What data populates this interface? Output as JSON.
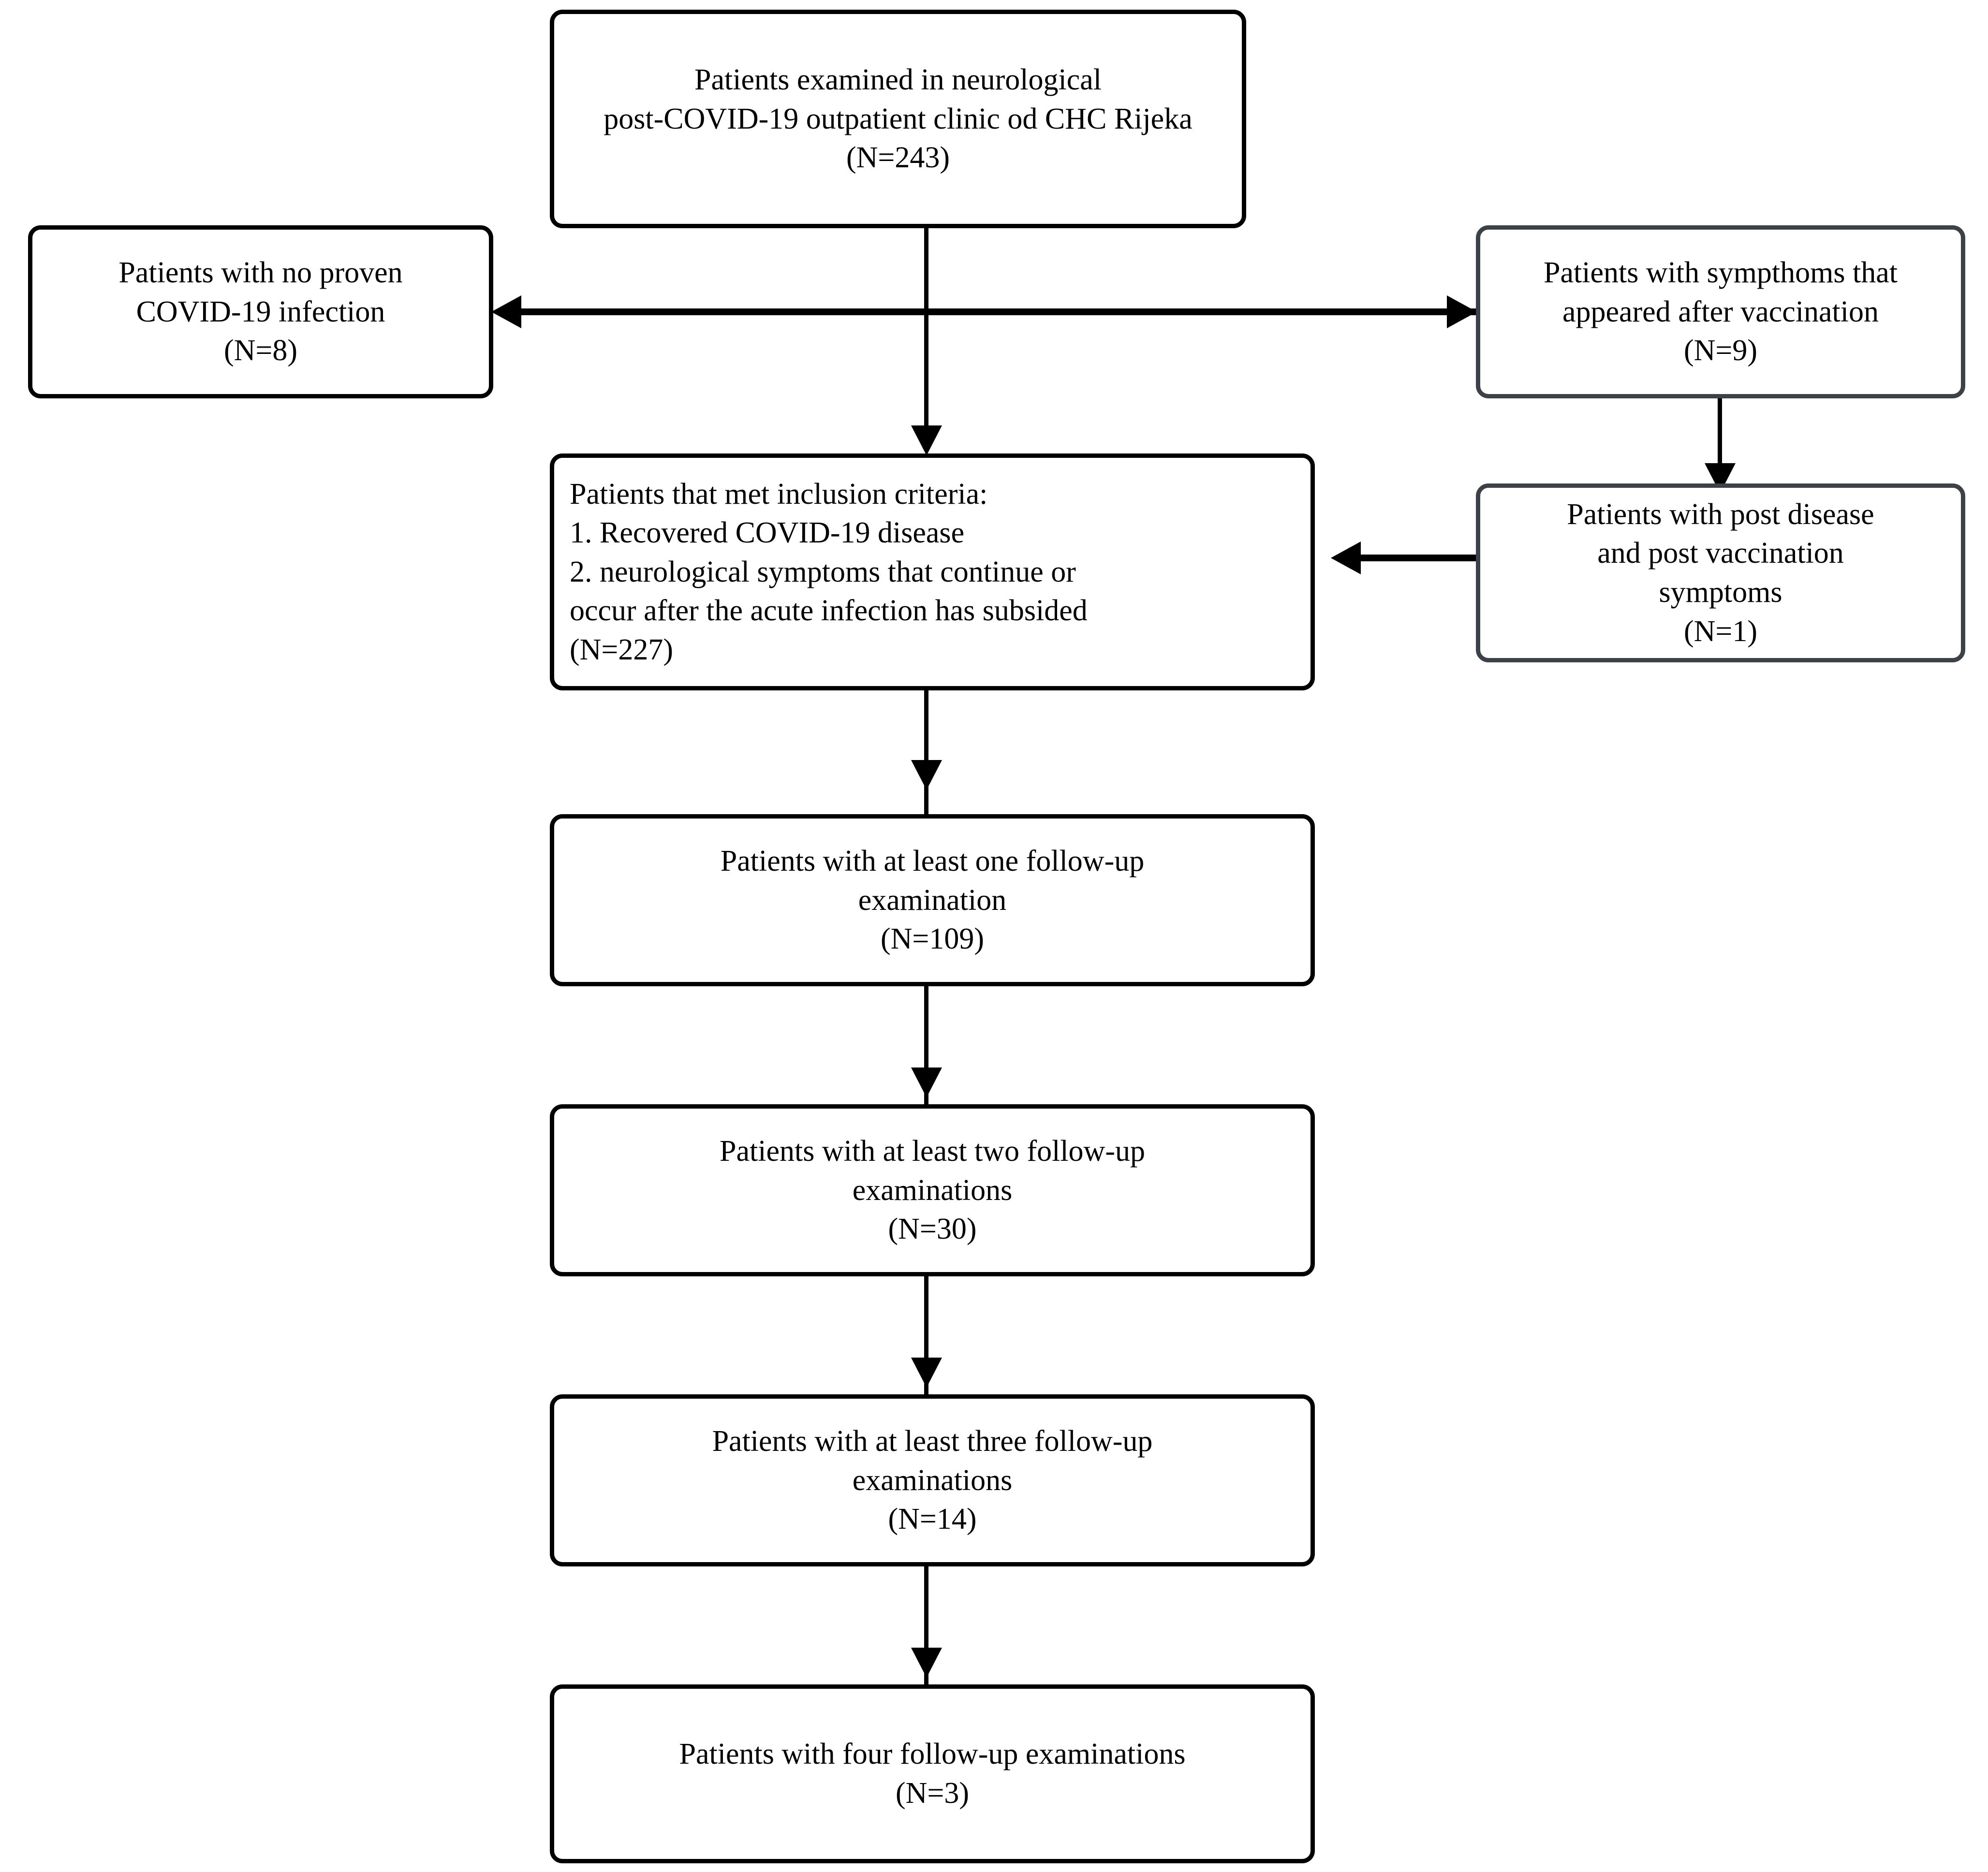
{
  "diagram": {
    "type": "flowchart",
    "title": "Patient selection flow diagram",
    "orientation": "top-down",
    "colors": {
      "background": "#ffffff",
      "main_box_border": "#000000",
      "side_box_border": "#3c4248",
      "text": "#000000",
      "connector": "#000000"
    },
    "nodes": {
      "source": {
        "id": "source",
        "label": "Patients examined in neurological\npost-COVID-19 outpatient clinic od CHC Rijeka\n(N=243)",
        "n": 243,
        "align": "center"
      },
      "excluded_no_infection": {
        "id": "excluded-no-infection",
        "label": "Patients with no proven\nCOVID-19 infection\n(N=8)",
        "n": 8,
        "align": "center"
      },
      "excluded_post_vaccination": {
        "id": "excluded-post-vaccination",
        "label": "Patients with sympthoms that\nappeared after vaccination\n(N=9)",
        "n": 9,
        "align": "center"
      },
      "post_disease_and_vaccination": {
        "id": "post-disease-and-vaccination",
        "label": "Patients with post disease\nand post vaccination\nsymptoms\n(N=1)",
        "n": 1,
        "align": "center"
      },
      "inclusion_criteria": {
        "id": "inclusion-criteria",
        "label": "Patients that met inclusion criteria:\n1. Recovered COVID-19 disease\n2. neurological symptoms that continue or\noccur after the acute infection has subsided\n(N=227)",
        "n": 227,
        "align": "left"
      },
      "followup_one": {
        "id": "followup-one",
        "label": "Patients with at least one follow-up\nexamination\n(N=109)",
        "n": 109,
        "align": "center"
      },
      "followup_two": {
        "id": "followup-two",
        "label": "Patients with at least two follow-up\nexaminations\n(N=30)",
        "n": 30,
        "align": "center"
      },
      "followup_three": {
        "id": "followup-three",
        "label": "Patients with at least three follow-up\nexaminations\n(N=14)",
        "n": 14,
        "align": "center"
      },
      "followup_four": {
        "id": "followup-four",
        "label": "Patients with four follow-up examinations\n(N=3)",
        "n": 3,
        "align": "center"
      }
    },
    "edges": [
      {
        "from": "source",
        "to": "inclusion-criteria",
        "style": "arrow-down"
      },
      {
        "from": "source",
        "to": "excluded-no-infection",
        "style": "arrow-left"
      },
      {
        "from": "source",
        "to": "excluded-post-vaccination",
        "style": "arrow-right"
      },
      {
        "from": "excluded-post-vaccination",
        "to": "post-disease-and-vaccination",
        "style": "arrow-down"
      },
      {
        "from": "post-disease-and-vaccination",
        "to": "inclusion-criteria",
        "style": "arrow-left"
      },
      {
        "from": "inclusion-criteria",
        "to": "followup-one",
        "style": "arrow-down"
      },
      {
        "from": "followup-one",
        "to": "followup-two",
        "style": "arrow-down"
      },
      {
        "from": "followup-two",
        "to": "followup-three",
        "style": "arrow-down"
      },
      {
        "from": "followup-three",
        "to": "followup-four",
        "style": "arrow-down"
      }
    ]
  }
}
